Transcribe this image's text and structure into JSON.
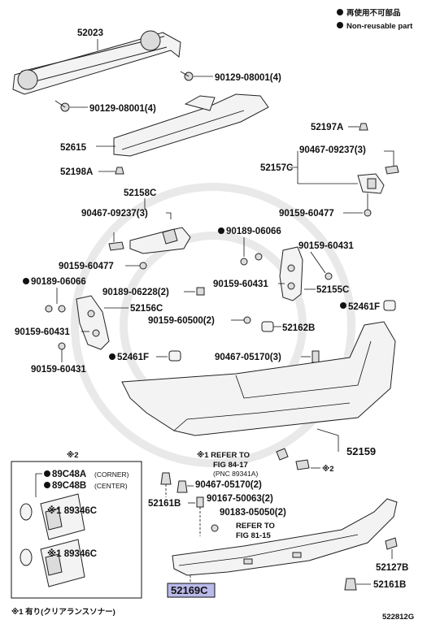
{
  "legend": {
    "non_reusable_jp": "再使用不可部品",
    "non_reusable_en": "Non-reusable part"
  },
  "labels": {
    "p52023": "52023",
    "b1": "90129-08001(4)",
    "b2": "90129-08001(4)",
    "p52615": "52615",
    "p52197A": "52197A",
    "s1": "90467-09237(3)",
    "p52157C": "52157C",
    "s2": "90159-60477",
    "p52198A": "52198A",
    "p52158C": "52158C",
    "s3": "90467-09237(3)",
    "c1": "90189-06066",
    "s4": "90159-60431",
    "s5": "90159-60477",
    "s6": "90159-60431",
    "c2": "90189-06066",
    "s7": "90189-06228(2)",
    "p52155C": "52155C",
    "p52156C": "52156C",
    "p52461F_a": "52461F",
    "s8": "90159-60500(2)",
    "p52162B": "52162B",
    "s9": "90159-60431",
    "s10": "90159-60431",
    "p52461F_b": "52461F",
    "s11": "90467-05170(3)",
    "p52159": "52159",
    "ref1_a": "※1 REFER TO",
    "ref1_b": "FIG 84-17",
    "ref1_c": "(PNC 89341A)",
    "mark2_a": "※2",
    "box_mark": "※2",
    "p89C48A": "89C48A",
    "corner": "(CORNER)",
    "p89C48B": "89C48B",
    "center": "(CENTER)",
    "sensor1": "※1 89346C",
    "sensor2": "※1 89346C",
    "s12": "90467-05170(2)",
    "p52161B_a": "52161B",
    "s13": "90167-50063(2)",
    "s14": "90183-05050(2)",
    "ref2_a": "REFER TO",
    "ref2_b": "FIG 81-15",
    "p52127B": "52127B",
    "p52169C": "52169C",
    "p52161B_b": "52161B",
    "footnote": "※1 有り(クリアランスソナー)",
    "fig_code": "522812G"
  },
  "icons": {
    "non_reusable": "filled-circle-icon"
  },
  "colors": {
    "highlight": "#b9b9ea",
    "line": "#111111"
  }
}
